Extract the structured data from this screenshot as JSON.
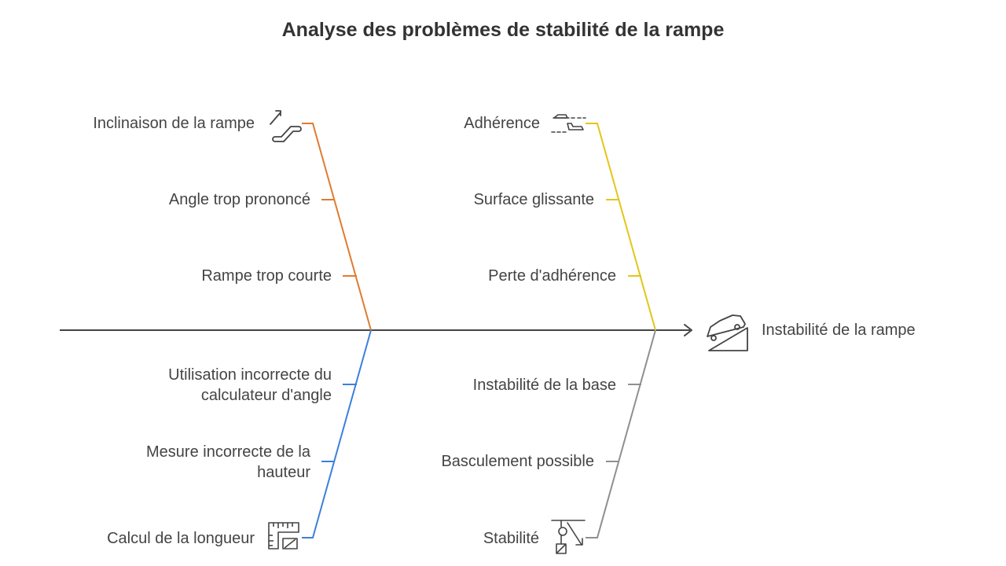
{
  "title": "Analyse des problèmes de stabilité de la rampe",
  "effect": {
    "label": "Instabilité de la rampe",
    "icon": "car-on-ramp-icon"
  },
  "colors": {
    "spine": "#444444",
    "inclinaison": "#e07b30",
    "adherence": "#e3c619",
    "calcul": "#3b80de",
    "stabilite": "#8f8f8f",
    "icon": "#444444"
  },
  "categories": {
    "inclinaison": {
      "label": "Inclinaison de la rampe",
      "icon": "escalator-icon",
      "causes": [
        "Angle trop prononcé",
        "Rampe trop courte"
      ]
    },
    "adherence": {
      "label": "Adhérence",
      "icon": "skidding-cars-icon",
      "causes": [
        "Surface glissante",
        "Perte d'adhérence"
      ]
    },
    "calcul": {
      "label": "Calcul de la longueur",
      "icon": "ruler-icon",
      "causes": [
        "Utilisation incorrecte du calculateur d'angle",
        "Mesure incorrecte de la hauteur"
      ]
    },
    "stabilite": {
      "label": "Stabilité",
      "icon": "pendulum-weight-icon",
      "causes": [
        "Instabilité de la base",
        "Basculement possible"
      ]
    }
  }
}
